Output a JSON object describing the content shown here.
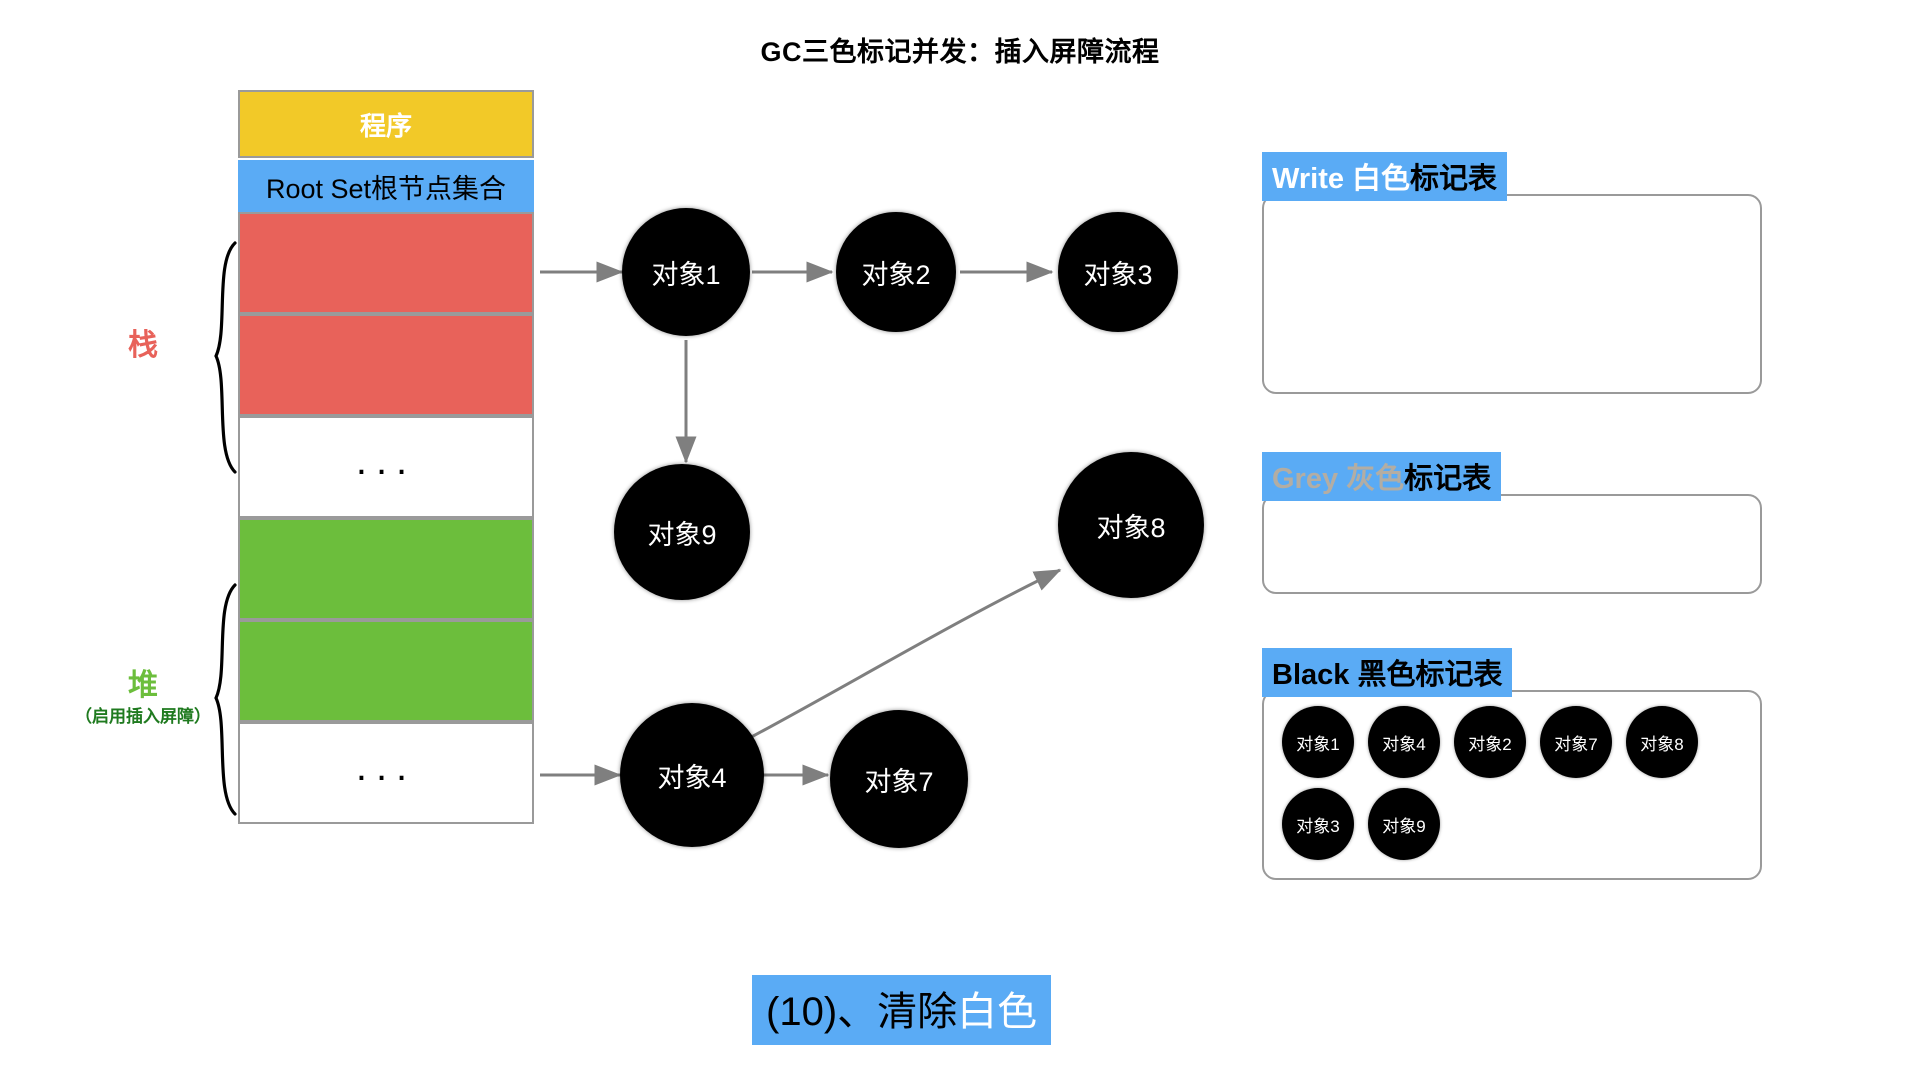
{
  "title": "GC三色标记并发：插入屏障流程",
  "memory": {
    "program_label": "程序",
    "rootset_label": "Root Set根节点集合",
    "ellipsis": "...",
    "stack": {
      "label": "栈",
      "color": "#e8625a",
      "slots": [
        "",
        ""
      ]
    },
    "heap": {
      "label": "堆",
      "sublabel": "（启用插入屏障）",
      "color": "#6cbe3c",
      "slots": [
        "",
        ""
      ]
    }
  },
  "graph": {
    "nodes": [
      {
        "id": "obj1",
        "label": "对象1"
      },
      {
        "id": "obj2",
        "label": "对象2"
      },
      {
        "id": "obj3",
        "label": "对象3"
      },
      {
        "id": "obj9",
        "label": "对象9"
      },
      {
        "id": "obj8",
        "label": "对象8"
      },
      {
        "id": "obj4",
        "label": "对象4"
      },
      {
        "id": "obj7",
        "label": "对象7"
      }
    ],
    "edges": [
      {
        "from": "rootset-stack",
        "to": "obj1"
      },
      {
        "from": "obj1",
        "to": "obj2"
      },
      {
        "from": "obj2",
        "to": "obj3"
      },
      {
        "from": "obj1",
        "to": "obj9"
      },
      {
        "from": "heap-slot",
        "to": "obj4"
      },
      {
        "from": "obj4",
        "to": "obj7"
      },
      {
        "from": "obj4",
        "to": "obj8"
      }
    ]
  },
  "mark_tables": [
    {
      "id": "white-table",
      "keyword": "Write 白色",
      "suffix": "标记表",
      "keyword_color": "#ffffff",
      "items": []
    },
    {
      "id": "grey-table",
      "keyword": "Grey 灰色",
      "suffix": "标记表",
      "keyword_color": "#b3ada3",
      "items": []
    },
    {
      "id": "black-table",
      "keyword": "Black 黑色",
      "suffix": "标记表",
      "keyword_color": "#000000",
      "items": [
        "对象1",
        "对象4",
        "对象2",
        "对象7",
        "对象8",
        "对象3",
        "对象9"
      ]
    }
  ],
  "caption": {
    "prefix": "(10)、清除",
    "highlight": "白色"
  },
  "colors": {
    "accent_blue": "#5aabf5",
    "yellow": "#f2c928",
    "red": "#e8625a",
    "green": "#6cbe3c",
    "edge": "#7f7f7f",
    "border": "#9a9a9a"
  }
}
